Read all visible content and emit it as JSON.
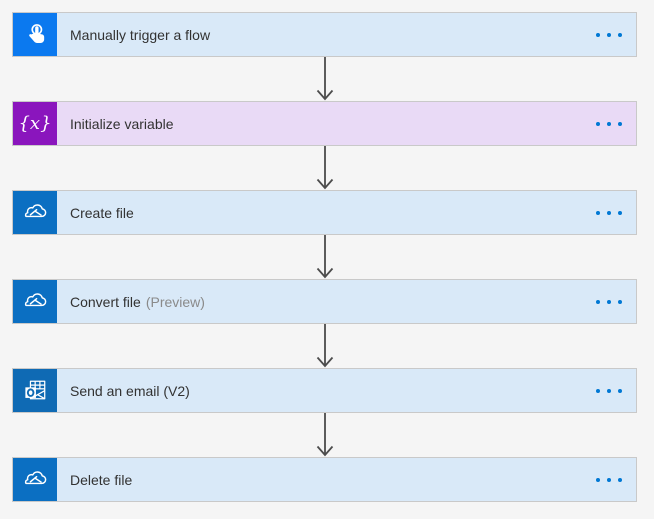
{
  "page": {
    "background": "#f5f5f5",
    "border_color": "#c9c9c9",
    "arrow_color": "#4c4c4c",
    "menu_dots_color": "#0078d4",
    "title_text_color": "#323232",
    "preview_text_color": "#8a8a8a"
  },
  "steps": [
    {
      "title": "Manually trigger a flow",
      "suffix": "",
      "icon": "manual-trigger-icon",
      "icon_bg": "#0b79ef",
      "row_bg": "#d9e9f8"
    },
    {
      "title": "Initialize variable",
      "suffix": "",
      "icon": "variable-icon",
      "icon_text": "{x}",
      "icon_bg": "#8a15bd",
      "row_bg": "#e9daf6"
    },
    {
      "title": "Create file",
      "suffix": "",
      "icon": "onedrive-icon",
      "icon_bg": "#0b6fc2",
      "row_bg": "#d9e9f8"
    },
    {
      "title": "Convert file",
      "suffix": "(Preview)",
      "icon": "onedrive-icon",
      "icon_bg": "#0b6fc2",
      "row_bg": "#d9e9f8"
    },
    {
      "title": "Send an email (V2)",
      "suffix": "",
      "icon": "outlook-icon",
      "icon_bg": "#0f6ab4",
      "row_bg": "#d9e9f8"
    },
    {
      "title": "Delete file",
      "suffix": "",
      "icon": "onedrive-icon",
      "icon_bg": "#0b6fc2",
      "row_bg": "#d9e9f8"
    }
  ]
}
